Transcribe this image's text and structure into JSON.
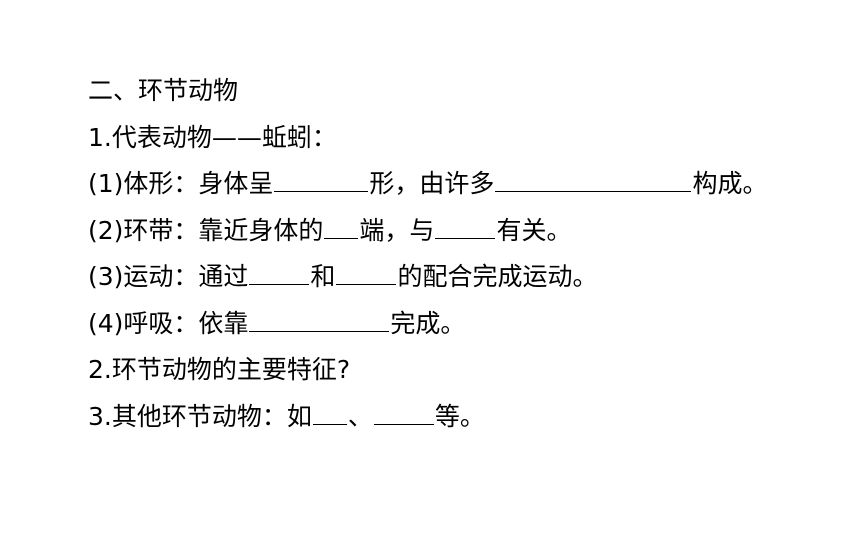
{
  "section": {
    "title": "二、环节动物"
  },
  "items": {
    "item1": "1.代表动物——蚯蚓：",
    "sub1": {
      "a": "(1)体形：身体呈",
      "b": "形，由许多",
      "c": "构成。"
    },
    "sub2": {
      "a": "(2)环带：靠近身体的",
      "b": "端，与",
      "c": "有关。"
    },
    "sub3": {
      "a": "(3)运动：通过",
      "b": "和",
      "c": "的配合完成运动。"
    },
    "sub4": {
      "a": "(4)呼吸：依靠",
      "b": "完成。"
    },
    "item2": "2.环节动物的主要特征?",
    "item3": {
      "a": "3.其他环节动物：如",
      "b": "、",
      "c": "等。"
    }
  }
}
